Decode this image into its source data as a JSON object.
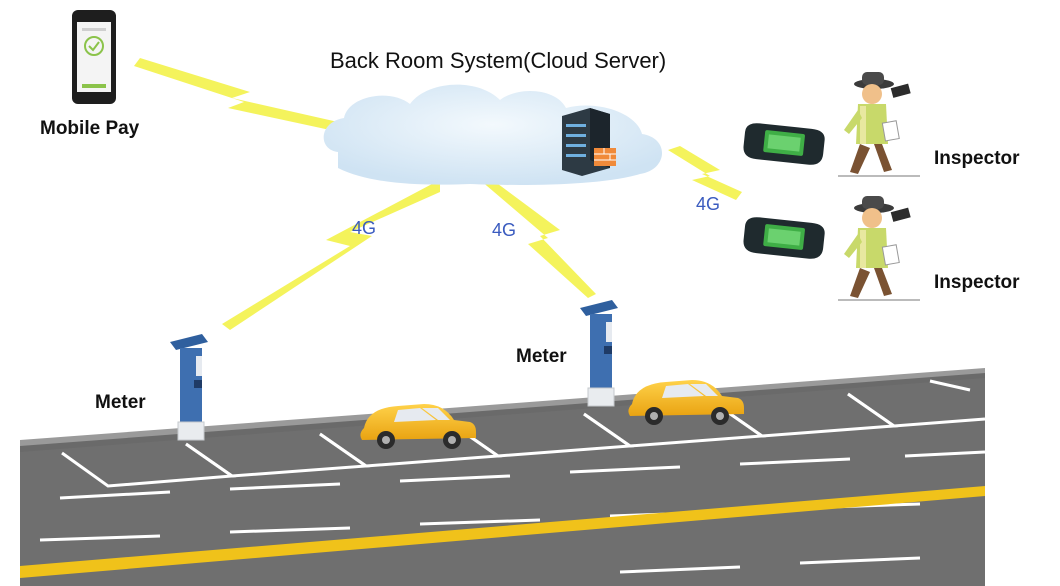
{
  "title": "Back Room System(Cloud Server)",
  "labels": {
    "mobile_pay": "Mobile Pay",
    "inspector_1": "Inspector",
    "inspector_2": "Inspector",
    "meter_left": "Meter",
    "meter_right": "Meter"
  },
  "links": {
    "left": "4G",
    "middle": "4G",
    "right": "4G"
  },
  "colors": {
    "lightning": "#f3f24a",
    "cloud": "#d6e8f6",
    "road": "#6f6f6f",
    "sidewalk": "#8a8a8a",
    "taxi": "#f2b51c",
    "meter": "#3e6fb0",
    "center_line": "#f0c21a",
    "network_text": "#3a5bbf"
  },
  "icons": [
    "phone-icon",
    "cloud-icon",
    "server-icon",
    "handheld-icon",
    "inspector-icon",
    "meter-icon",
    "taxi-icon"
  ]
}
